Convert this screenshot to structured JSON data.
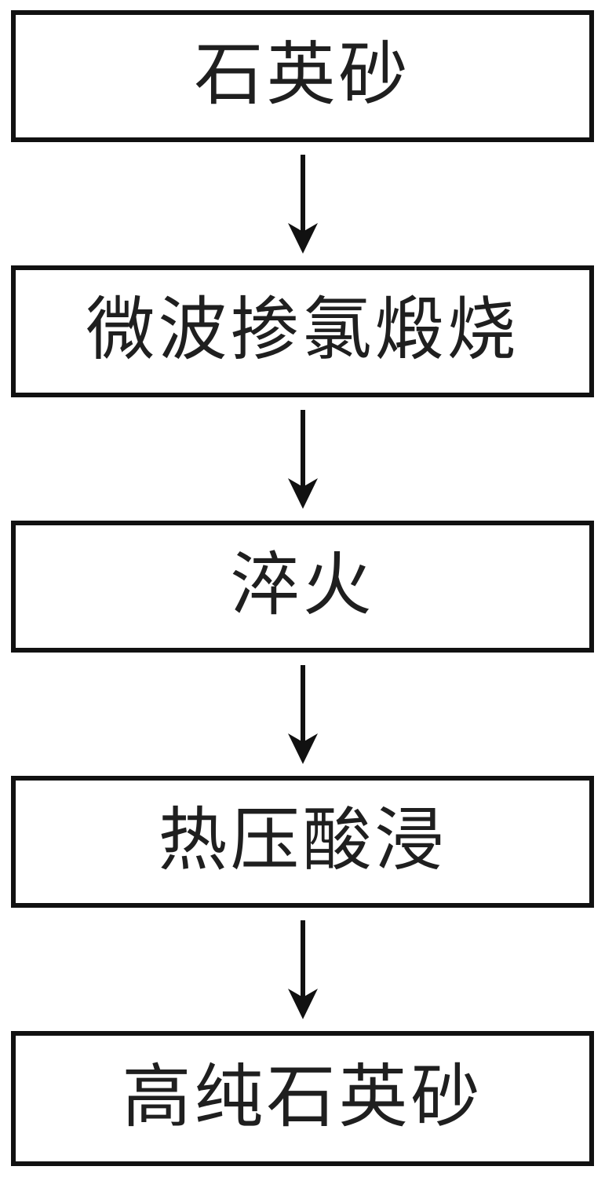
{
  "flowchart": {
    "title": "quartz-sand-purification-process",
    "steps": [
      {
        "label": "石英砂"
      },
      {
        "label": "微波掺氯煅烧"
      },
      {
        "label": "淬火"
      },
      {
        "label": "热压酸浸"
      },
      {
        "label": "高纯石英砂"
      }
    ],
    "colors": {
      "box_border": "#111111",
      "box_fill": "#ffffff",
      "text": "#1f1f1f",
      "arrow": "#111111",
      "page_background": "#ffffff"
    }
  }
}
